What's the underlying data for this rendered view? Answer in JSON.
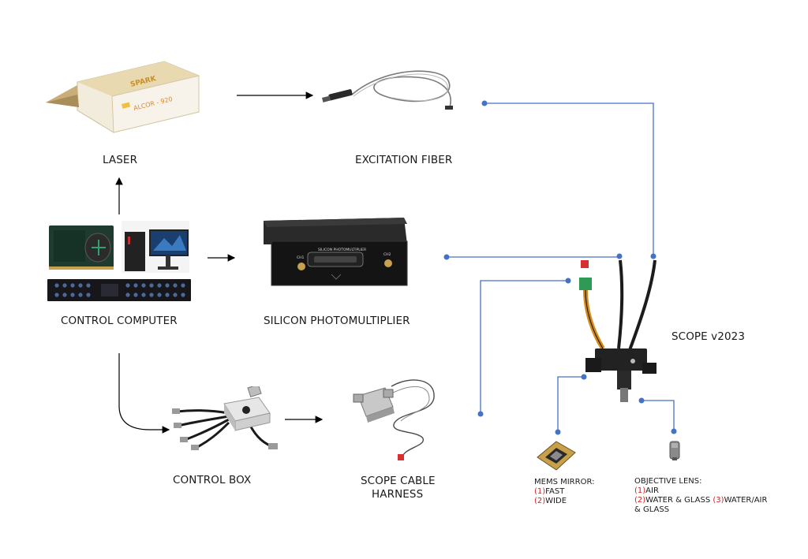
{
  "labels": {
    "laser": "LASER",
    "excitation_fiber": "EXCITATION FIBER",
    "control_computer": "CONTROL COMPUTER",
    "silicon_pm": "SILICON PHOTOMULTIPLIER",
    "scope": "SCOPE v2023",
    "control_box": "CONTROL BOX",
    "scope_cable_line1": "SCOPE CABLE",
    "scope_cable_line2": "HARNESS"
  },
  "laser_device": {
    "brand": "SPARK",
    "model": "ALCOR - 920"
  },
  "sipm_device": {
    "title": "SILICON PHOTOMULTIPLIER",
    "ch1": "CH1",
    "ch2": "CH2"
  },
  "mems": {
    "title": "MEMS MIRROR:",
    "opt1_num": "(1)",
    "opt1": "FAST",
    "opt2_num": "(2)",
    "opt2": "WIDE"
  },
  "objective": {
    "title": "OBJECTIVE LENS:",
    "opt1_num": "(1)",
    "opt1": "AIR",
    "opt2_num": "(2)",
    "opt2": "WATER & GLASS",
    "opt3_num": "(3)",
    "opt3": "WATER/AIR",
    "opt3_cont": "& GLASS"
  },
  "colors": {
    "connector": "#4472c4",
    "arrow": "#000000",
    "accent_red": "#d42020"
  }
}
